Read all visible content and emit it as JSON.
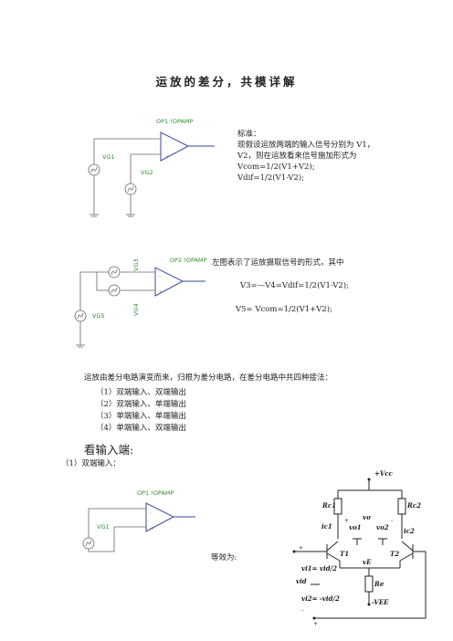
{
  "title": "运放的差分，共模详解",
  "fig1": {
    "amp_label": "OP1 !OPAMP",
    "src1": "VG1",
    "src2": "VG2"
  },
  "standard_text": [
    "标准：",
    "现假设运放两端的输入信号分别为  V1，",
    "V2，则在运放看来信号施加形式为",
    "Vcom=1/2(V1+V2);",
    "Vdif=1/2(V1-V2);"
  ],
  "fig2": {
    "amp_label": "OP2 !OPAMP",
    "src3": "VG3",
    "src4": "VG4",
    "src5": "VG5"
  },
  "fig2_text": {
    "intro": "左图表示了运放摄取信号的形式，其中",
    "eq1": "V3=—V4=Vdif=1/2(V1-V2);",
    "eq2": "V5= Vcom=1/2(V1+V2);"
  },
  "evolution_text": "运放由差分电路演变而来，归根为差分电路，在差分电路中共四种接法：",
  "methods": [
    "（1）双端输入、双端输出",
    "（2）双端输入、单端输出",
    "（3）单端输入、单端输出",
    "（4）单端输入、双端输出"
  ],
  "section_heading": "看输入端:",
  "sub_heading": "（1）双端输入：",
  "fig3": {
    "amp_label": "OP1 !OPAMP",
    "src1": "VG1"
  },
  "equiv_label": "等效为:",
  "circuit_labels": {
    "vcc": "+Vcc",
    "rc1": "Rc1",
    "rc2": "Rc2",
    "ic1": "ic1",
    "ic2": "ic2",
    "vo": "vo",
    "vo1": "vo1",
    "vo2": "vo2",
    "t1": "T1",
    "t2": "T2",
    "ve": "vE",
    "re": "Re",
    "vi1": "vi1= vid/2",
    "vid": "vid",
    "vi2": "vi2= -vid/2",
    "vee": "-VEE"
  }
}
